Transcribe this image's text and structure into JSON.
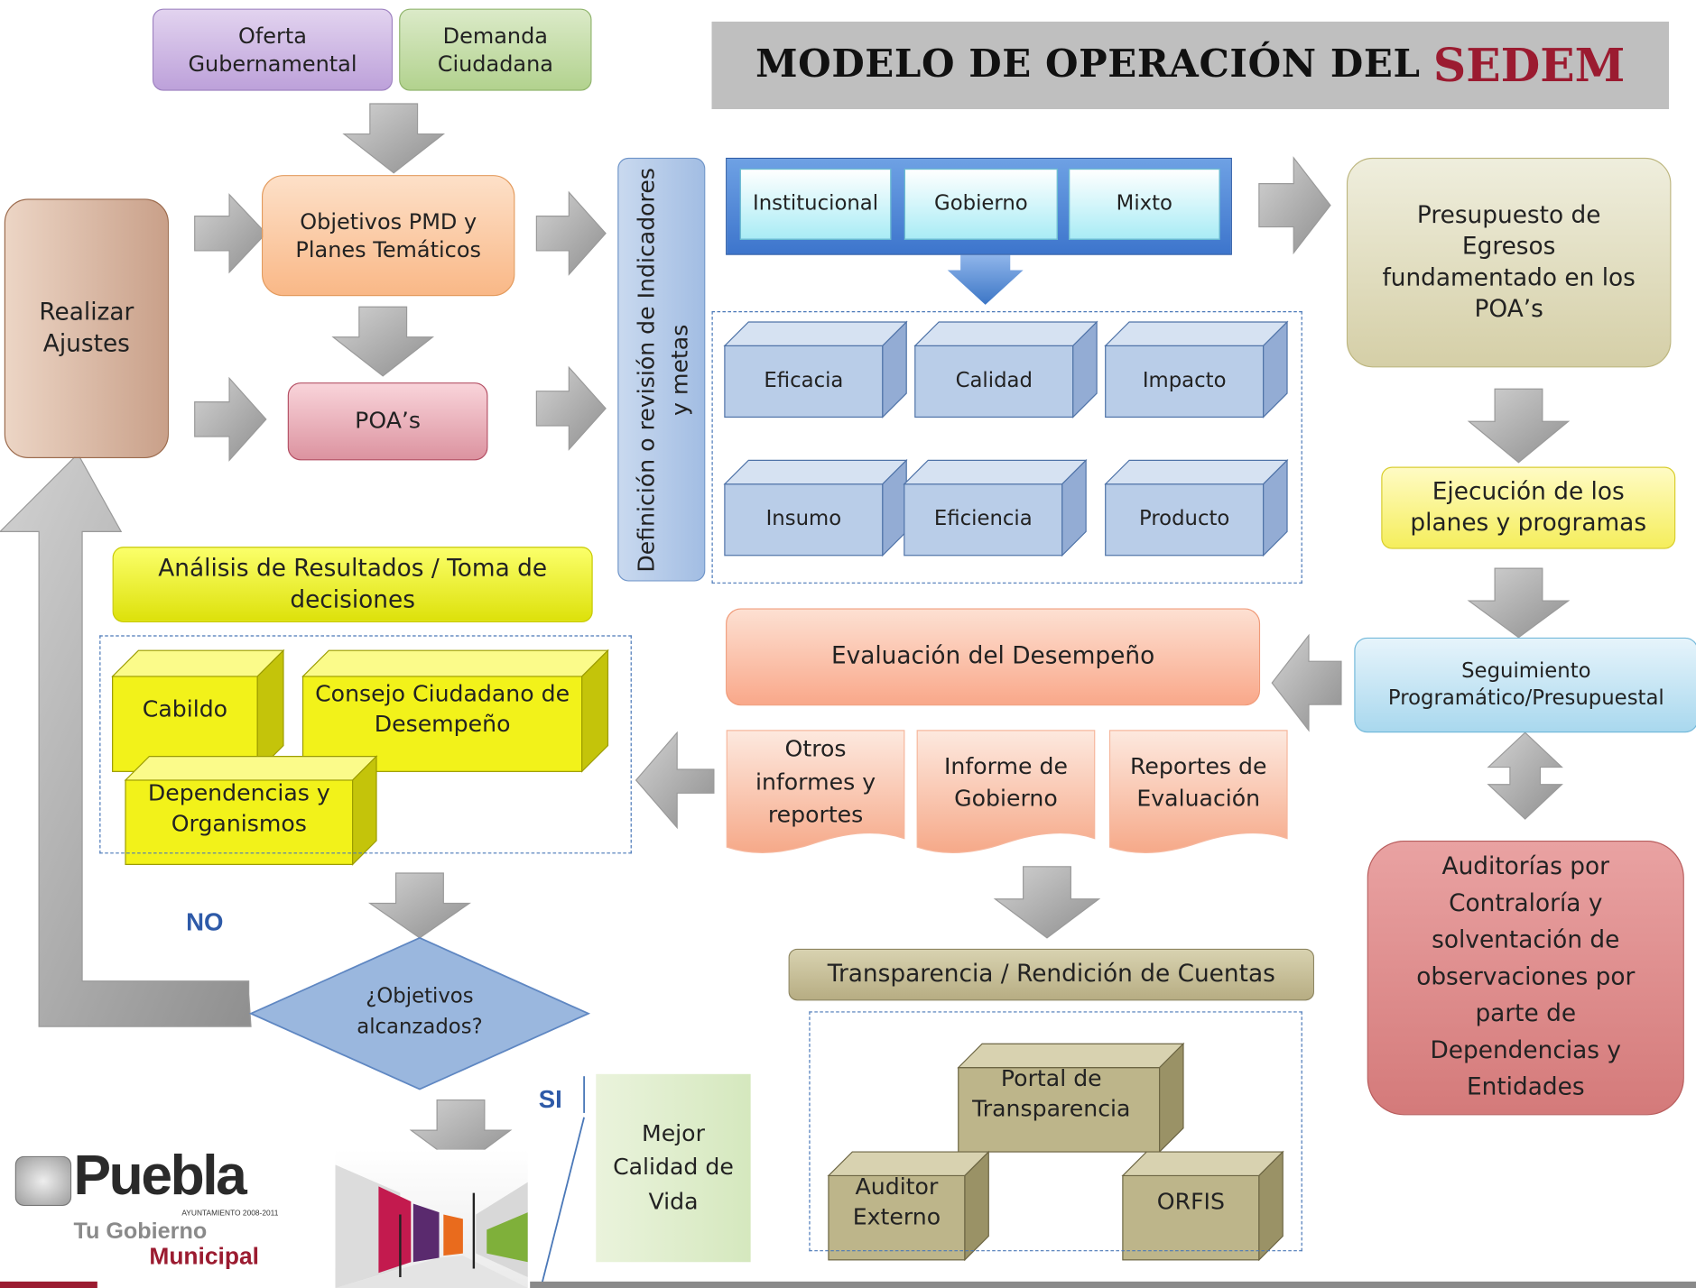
{
  "title": {
    "prefix": "MODELO DE OPERACIÓN DEL ",
    "highlight": "SEDEM"
  },
  "inputs": {
    "oferta": "Oferta Gubernamental",
    "demanda": "Demanda Ciudadana"
  },
  "left": {
    "realizar_ajustes": "Realizar Ajustes",
    "objetivos_pmd": "Objetivos PMD y Planes Temáticos",
    "poas": "POA’s"
  },
  "indicadores": {
    "vertical_label": "Definición o revisión de Indicadores y metas",
    "tipos": [
      "Institucional",
      "Gobierno",
      "Mixto"
    ],
    "dimensiones": [
      "Eficacia",
      "Calidad",
      "Impacto",
      "Insumo",
      "Eficiencia",
      "Producto"
    ]
  },
  "right": {
    "presupuesto": "Presupuesto de Egresos fundamentado en los POA’s",
    "ejecucion": "Ejecución de los planes y programas",
    "seguimiento": "Seguimiento Programático/Presupuestal",
    "auditorias": "Auditorías por Contraloría y solventación de observaciones por parte de Dependencias  y Entidades"
  },
  "evaluacion": {
    "title": "Evaluación del Desempeño",
    "docs": [
      "Otros informes y reportes",
      "Informe de Gobierno",
      "Reportes de Evaluación"
    ]
  },
  "analisis": {
    "title": "Análisis de Resultados / Toma de decisiones",
    "cabildo": "Cabildo",
    "consejo": "Consejo Ciudadano de Desempeño",
    "dependencias": "Dependencias y Organismos"
  },
  "decision": {
    "question": "¿Objetivos alcanzados?",
    "no": "NO",
    "si": "SI"
  },
  "outcome": "Mejor Calidad de Vida",
  "transparencia": {
    "title": "Transparencia / Rendición de Cuentas",
    "portal": "Portal de Transparencia",
    "auditor": "Auditor Externo",
    "orfis": "ORFIS"
  },
  "logo": {
    "name": "Puebla",
    "sub": "AYUNTAMIENTO 2008-2011",
    "line1": "Tu Gobierno",
    "line2": "Municipal"
  },
  "colors": {
    "title_accent": "#9b1b30",
    "arrow": "#a6a6a6",
    "dashed": "#4a78b8",
    "yes_no": "#2e5aa8"
  }
}
